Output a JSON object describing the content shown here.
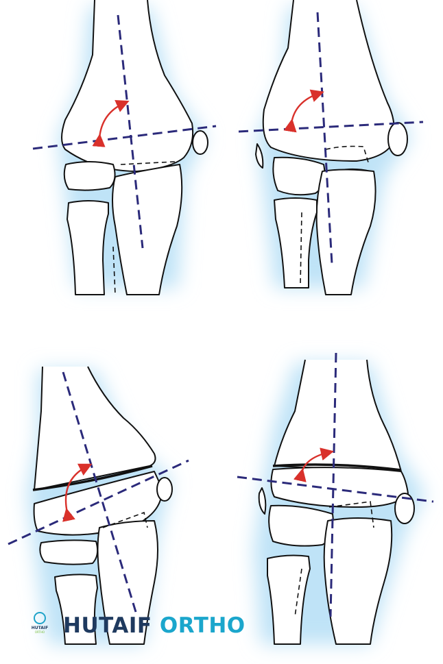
{
  "watermark": {
    "logo_text": "HUTAIF",
    "logo_subtext": "ORTHO",
    "brand_part1": "HUTAIF",
    "brand_part2": "ORTHO",
    "colors": {
      "dark": "#1f3a5f",
      "accent": "#1ba6cc"
    }
  },
  "diagram": {
    "panels": [
      "top-left-normal-elbow",
      "top-right-normal-elbow",
      "bottom-left-fractured-elbow",
      "bottom-right-fractured-elbow"
    ],
    "colors": {
      "axis": "#2b2a7a",
      "angle_arrow": "#d9312b",
      "glow": "#bfe3f7"
    }
  }
}
